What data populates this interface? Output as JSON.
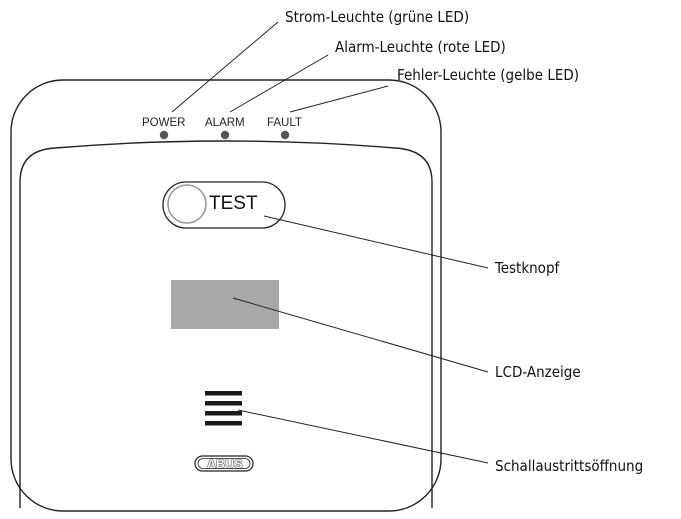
{
  "callouts": {
    "power_led": "Strom-Leuchte (grüne LED)",
    "alarm_led": "Alarm-Leuchte (rote LED)",
    "fault_led": "Fehler-Leuchte (gelbe LED)",
    "test_button": "Testknopf",
    "lcd_display": "LCD-Anzeige",
    "sound_outlet": "Schallaustrittsöffnung"
  },
  "device": {
    "indicators": [
      "POWER",
      "ALARM",
      "FAULT"
    ],
    "test_button_label": "TEST",
    "brand_logo": "ABUS"
  },
  "colors": {
    "outline": "#222222",
    "led": "#555555",
    "lcd": "#a8a8a8",
    "vent": "#1a1a1a"
  }
}
